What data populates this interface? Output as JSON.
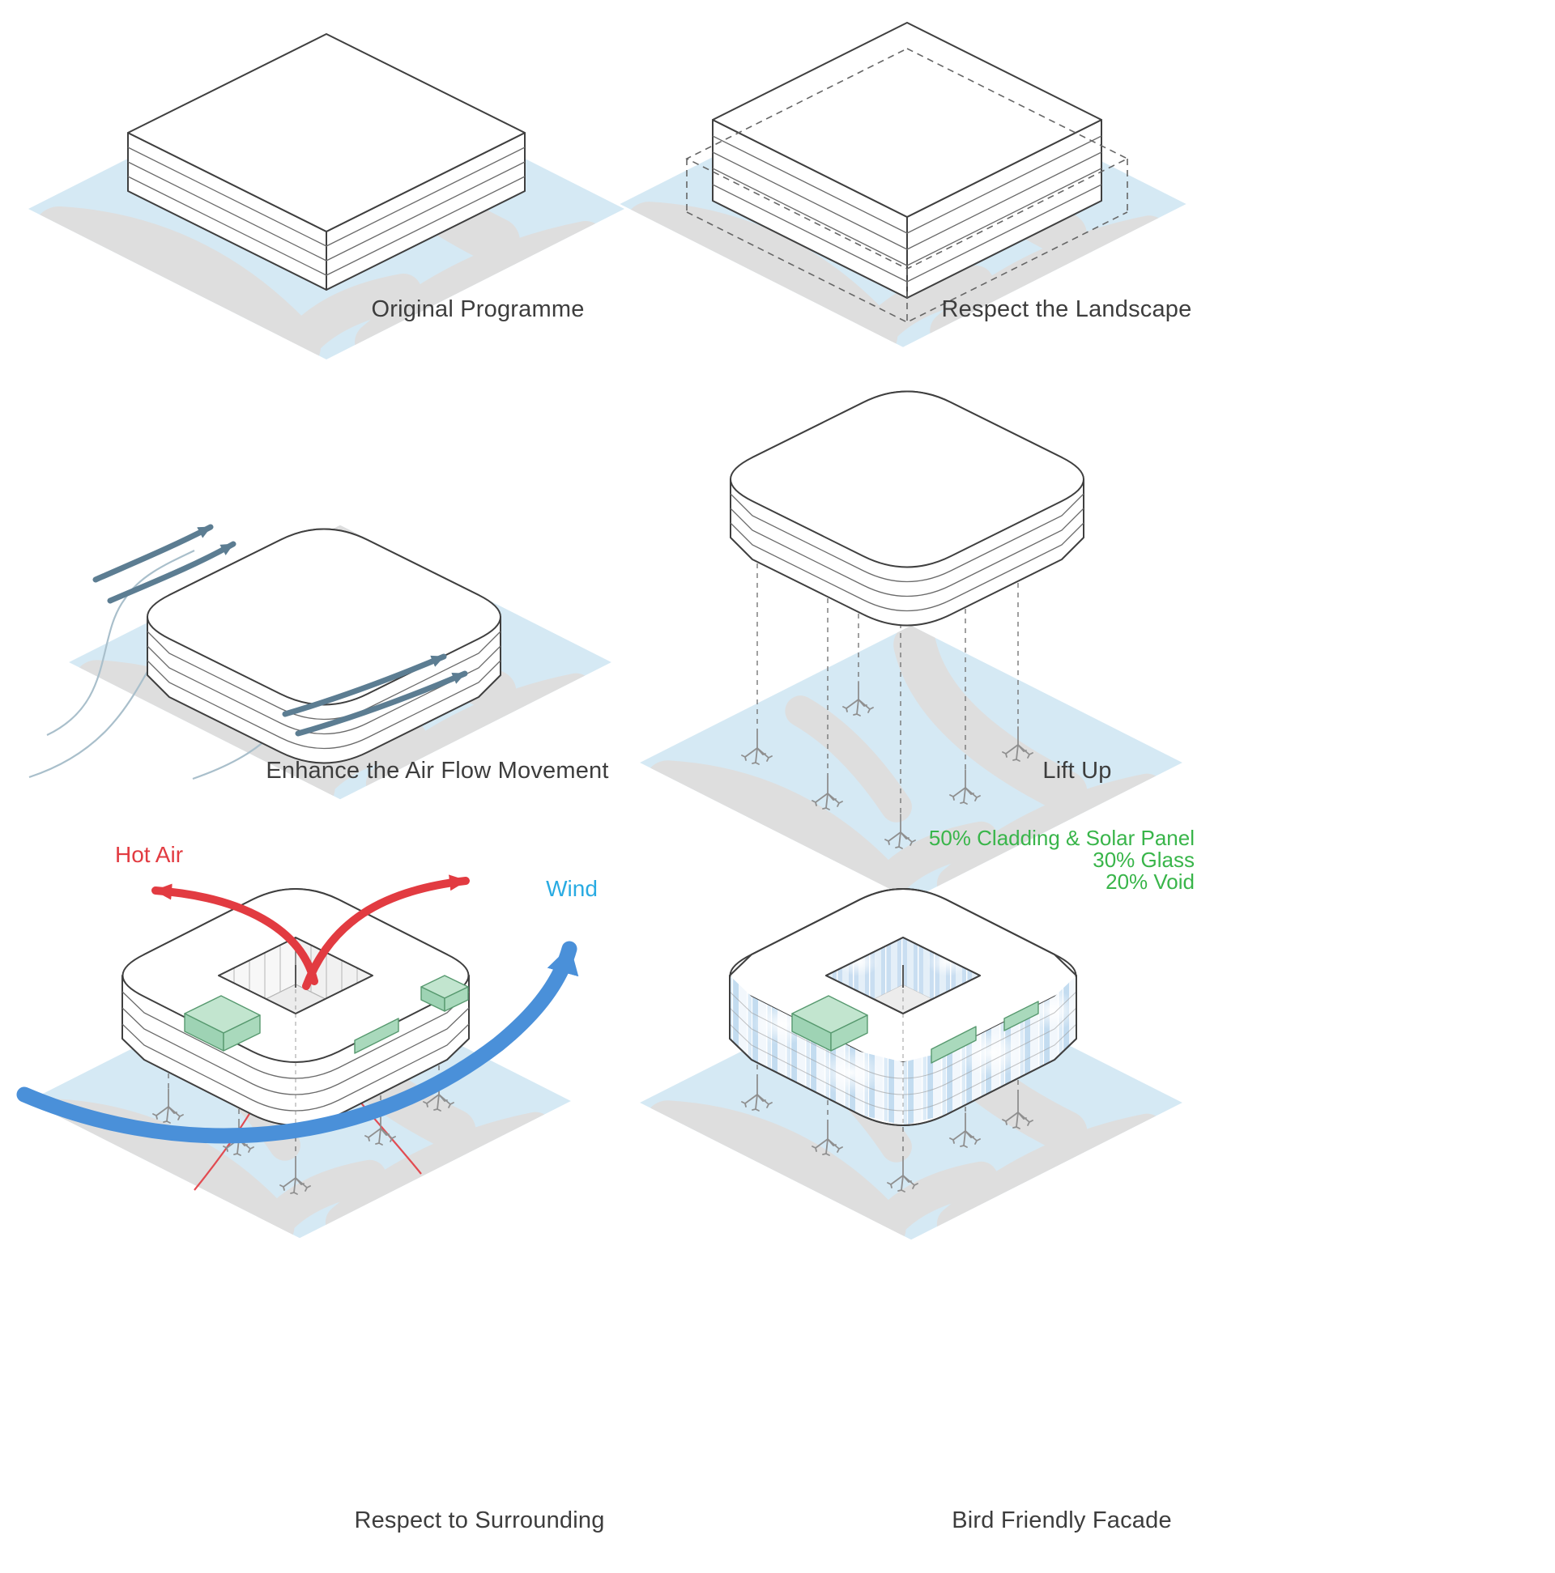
{
  "palette": {
    "base_blue": "#d5e9f4",
    "path_gray": "#dedede",
    "outline": "#3f3f3f",
    "floor_line": "#6a6a6a",
    "dashed_gray": "#777777",
    "hot_air_red": "#e23b41",
    "wind_arrow_blue": "#4a90d9",
    "wind_label_blue": "#29abe2",
    "airflow_slate": "#5c7d92",
    "annotation_green": "#39b54a",
    "facade_green": "#a8d8bb",
    "glass_blue": "#c3dcf0",
    "caption_gray": "#3d3d3d"
  },
  "panels": [
    {
      "id": "original-programme",
      "caption": "Original Programme"
    },
    {
      "id": "respect-landscape",
      "caption": "Respect the Landscape"
    },
    {
      "id": "airflow",
      "caption": "Enhance the Air Flow Movement"
    },
    {
      "id": "lift-up",
      "caption": "Lift Up"
    },
    {
      "id": "surrounding",
      "caption": "Respect to Surrounding",
      "labels": {
        "hot_air": "Hot Air",
        "wind": "Wind"
      }
    },
    {
      "id": "bird-facade",
      "caption": "Bird Friendly Facade",
      "annotations": [
        "50% Cladding & Solar Panel",
        "30% Glass",
        "20% Void"
      ]
    }
  ]
}
